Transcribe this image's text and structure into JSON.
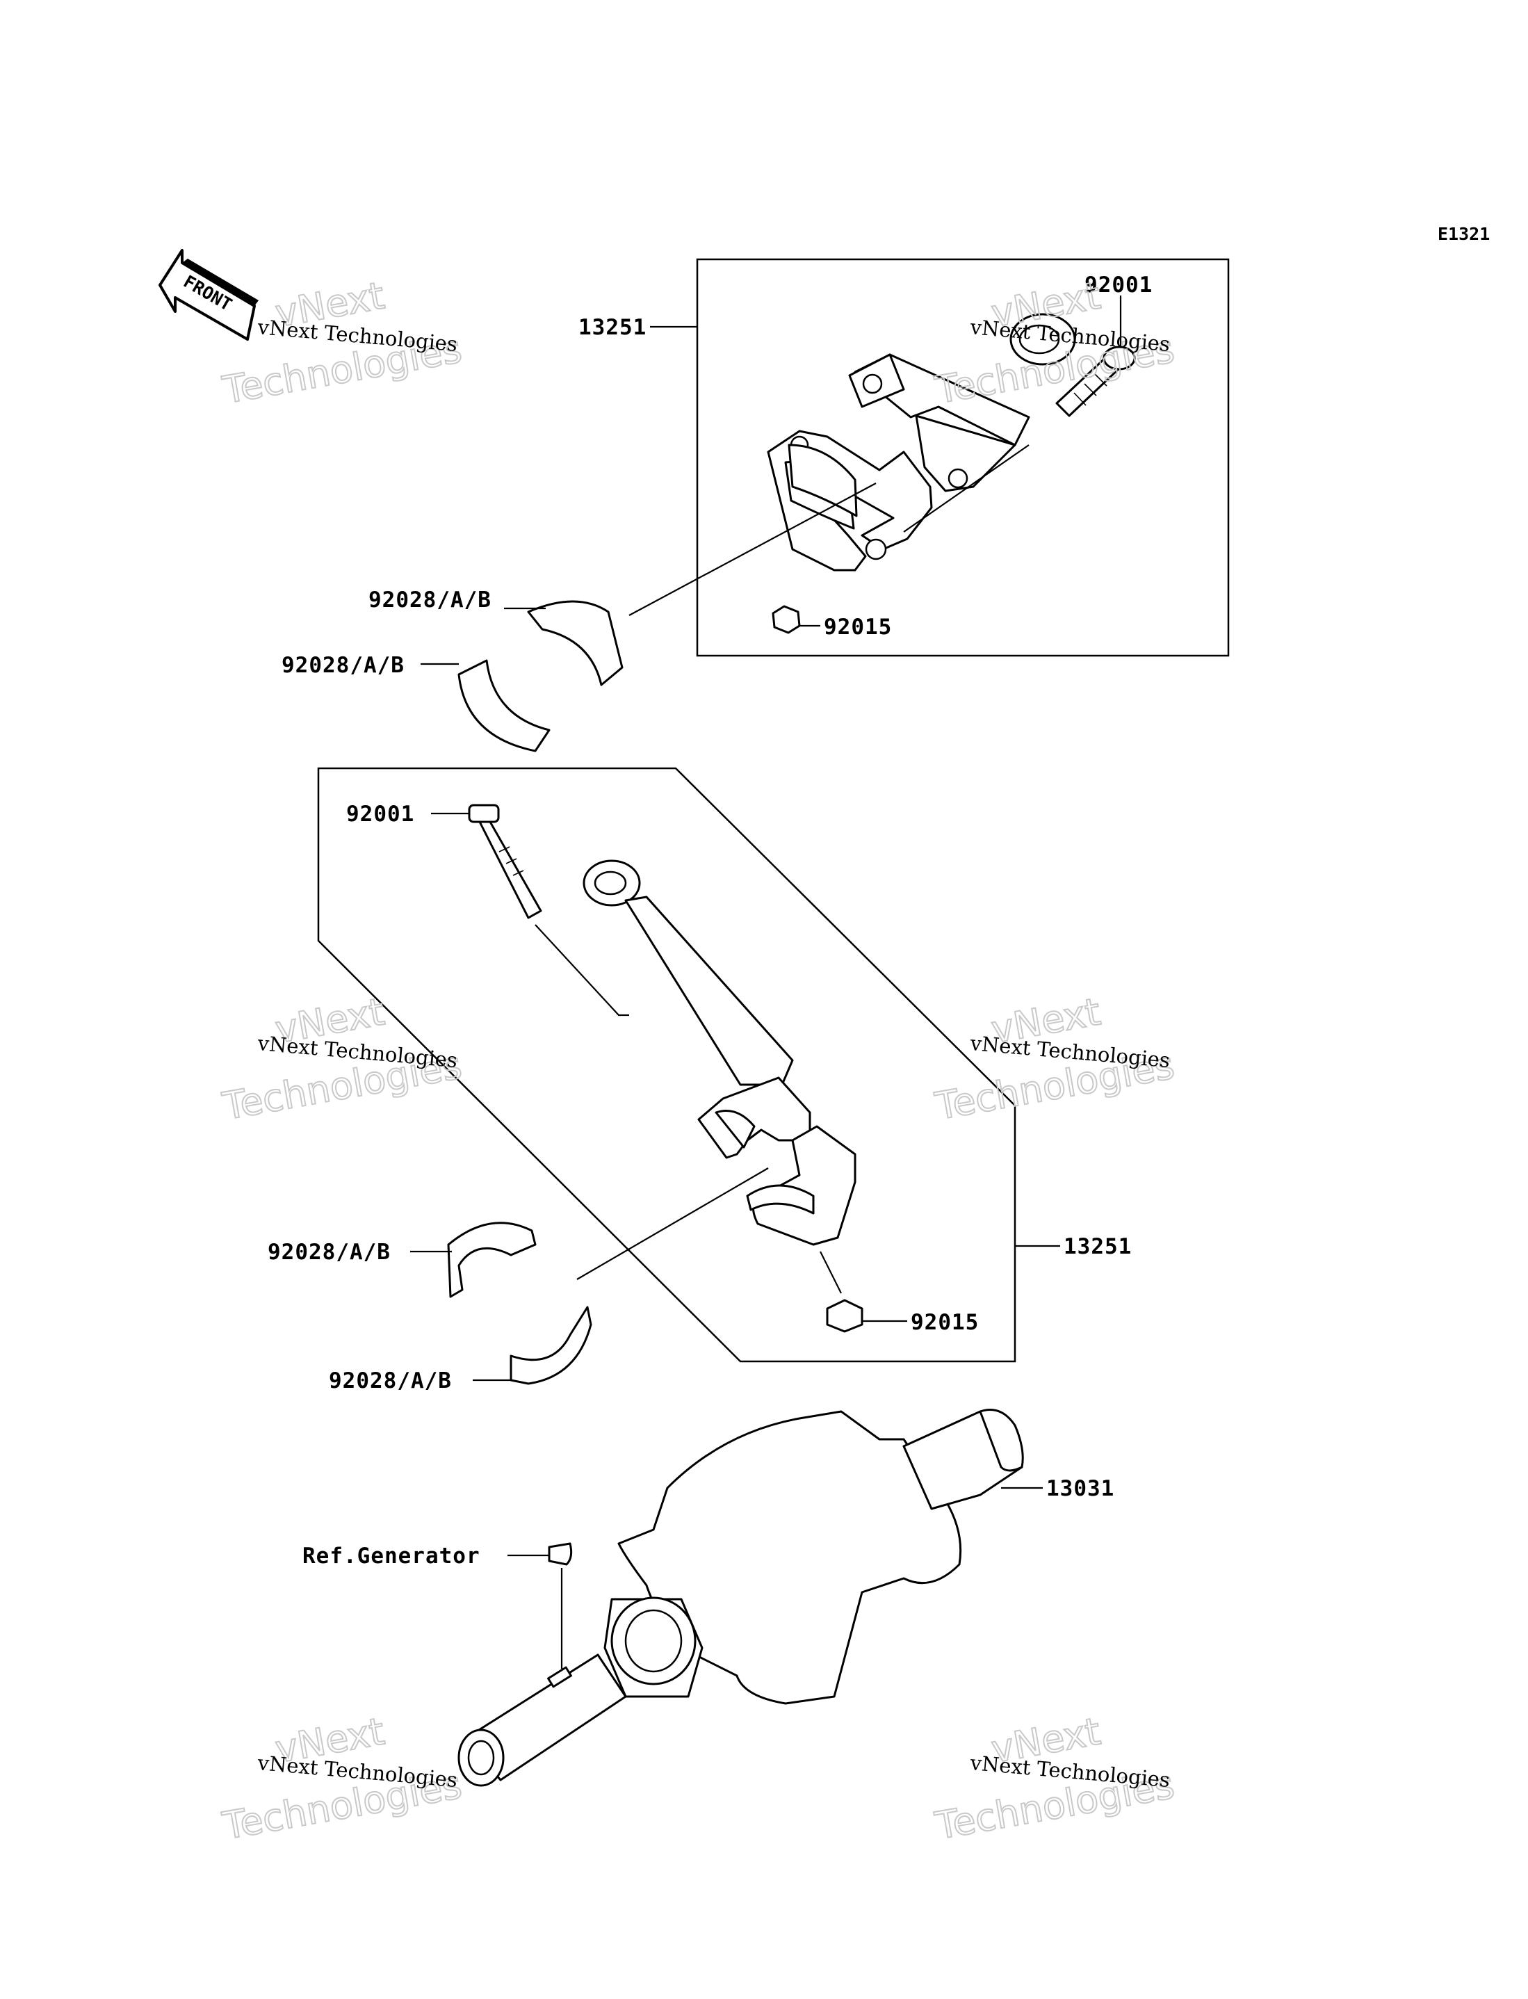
{
  "diagram_code": "E1321",
  "front_marker": "FRONT",
  "watermark": {
    "small": "vNext Technologies",
    "big_top": "vNext",
    "big_bottom": "Technologies"
  },
  "labels": {
    "top_rod_assembly": "13251",
    "top_bolt": "92001",
    "top_nut": "92015",
    "top_bearing_upper": "92028/A/B",
    "top_bearing_lower": "92028/A/B",
    "mid_bolt": "92001",
    "mid_rod_assembly": "13251",
    "mid_bearing_upper": "92028/A/B",
    "mid_nut": "92015",
    "mid_bearing_lower": "92028/A/B",
    "crankshaft": "13031",
    "ref_generator": "Ref.Generator"
  }
}
